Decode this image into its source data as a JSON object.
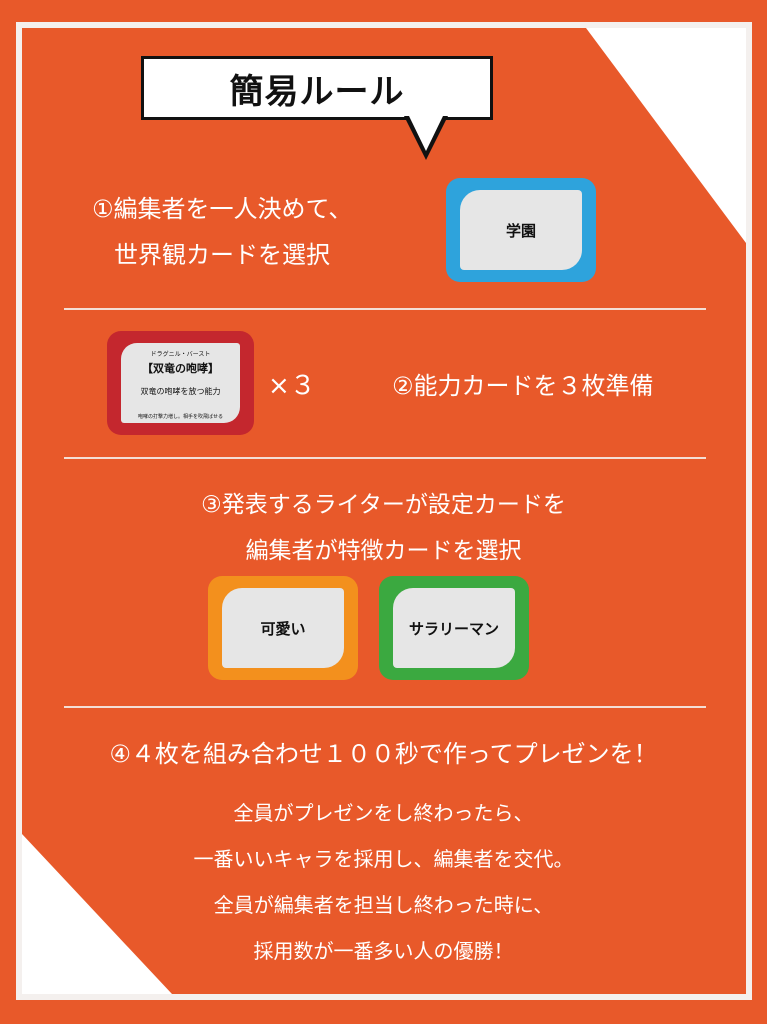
{
  "title": "簡易ルール",
  "step1": {
    "line1": "①編集者を一人決めて、",
    "line2": "世界観カードを選択"
  },
  "world_card": {
    "label": "学園",
    "color": "#2ea3dc"
  },
  "ability_card": {
    "ruby": "ドラグニル・バースト",
    "name": "【双竜の咆哮】",
    "description": "双竜の咆哮を放つ能力",
    "note": "咆哮の打撃力増し。相手を吹飛ばせる",
    "color": "#c4272e"
  },
  "multiplier": "×３",
  "step2": "②能力カードを３枚準備",
  "step3": {
    "line1": "③発表するライターが設定カードを",
    "line2": "編集者が特徴カードを選択"
  },
  "setting_card": {
    "label": "可愛い",
    "color": "#f3901d"
  },
  "trait_card": {
    "label": "サラリーマン",
    "color": "#3ba940"
  },
  "step4": "④４枚を組み合わせ１００秒で作ってプレゼンを！",
  "summary": [
    "全員がプレゼンをし終わったら、",
    "一番いいキャラを採用し、編集者を交代。",
    "全員が編集者を担当し終わった時に、",
    "採用数が一番多い人の優勝！"
  ],
  "colors": {
    "background": "#e8592a",
    "frame": "#f4f0ee"
  }
}
